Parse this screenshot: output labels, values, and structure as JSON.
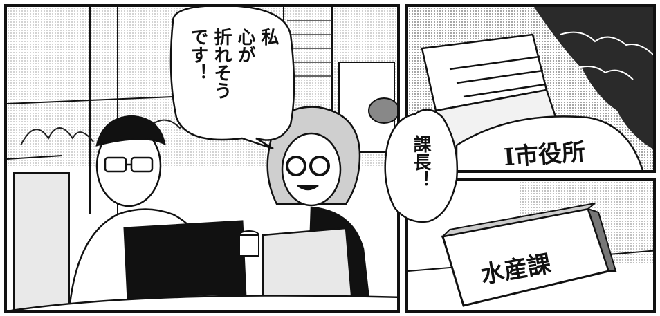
{
  "panel_left": {
    "speech_lines": [
      "私",
      "心が",
      "折れそう",
      "です！"
    ]
  },
  "center_bubble": {
    "text": "課長！"
  },
  "panel_top_right": {
    "sign": "I市役所"
  },
  "panel_bottom_right": {
    "sign": "水産課"
  }
}
